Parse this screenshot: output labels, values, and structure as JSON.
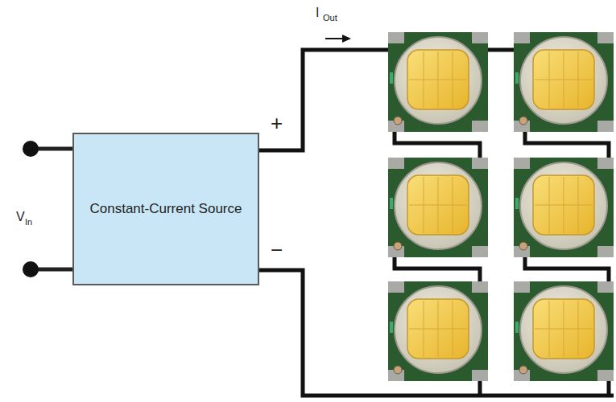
{
  "diagram": {
    "nodes": [
      {
        "text": [
          "Constant-Current Source"
        ]
      }
    ],
    "labels": [
      "I",
      "Out",
      "+",
      "−",
      "V",
      "In"
    ]
  }
}
